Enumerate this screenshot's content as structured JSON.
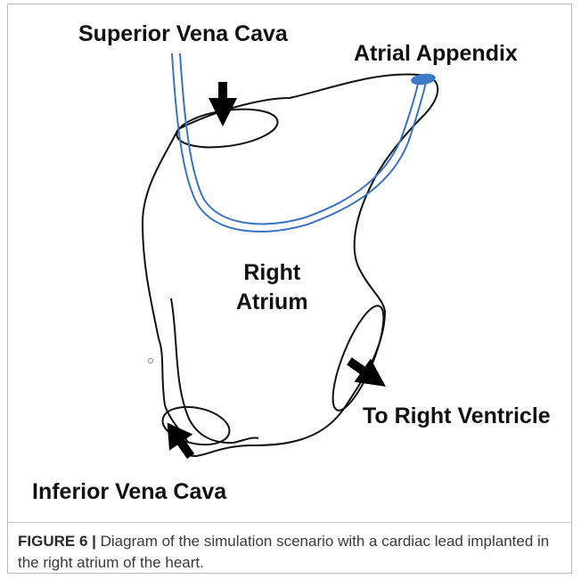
{
  "labels": {
    "superior_vena_cava": "Superior Vena Cava",
    "atrial_appendix": "Atrial Appendix",
    "right_atrium_line1": "Right",
    "right_atrium_line2": "Atrium",
    "right_ventricle": "To Right Ventricle",
    "inferior_vena_cava": "Inferior Vena Cava"
  },
  "caption": {
    "label": "FIGURE 6 |",
    "text": " Diagram of the simulation scenario with a cardiac lead implanted in the right atrium of the heart."
  },
  "colors": {
    "outline": "#111111",
    "lead": "#3b73c2",
    "lead_tip": "#3d7bc9",
    "arrow": "#000000"
  }
}
